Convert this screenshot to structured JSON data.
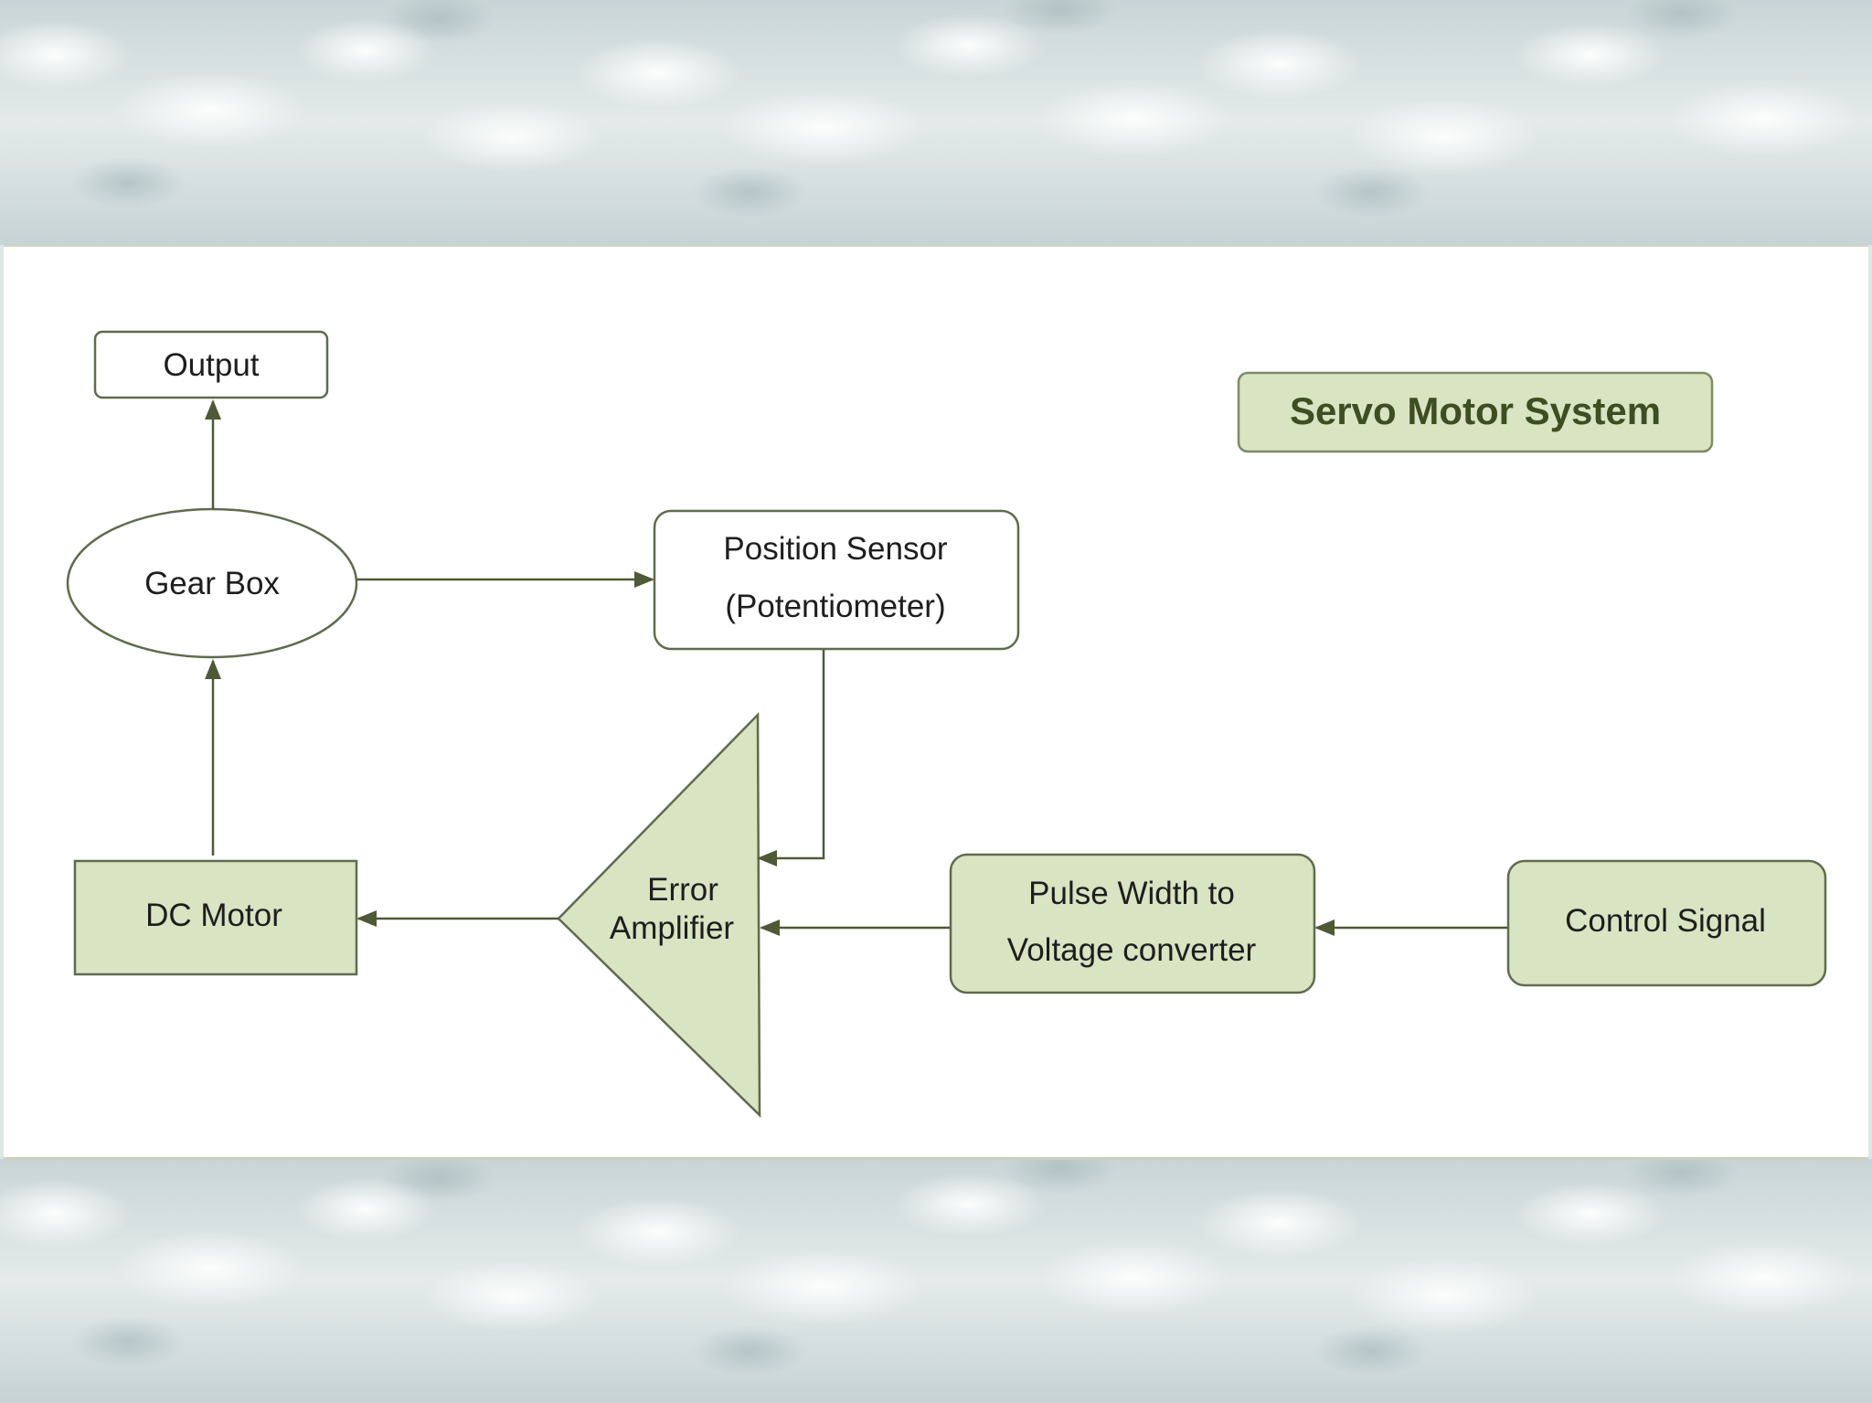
{
  "colors": {
    "box_fill": "#d8e4c2",
    "box_stroke": "#5f6b4d",
    "arrow": "#4e5a36",
    "title_text": "#3d4f22"
  },
  "diagram": {
    "title": "Servo Motor System",
    "nodes": {
      "output": "Output",
      "gear_box": "Gear Box",
      "position_sensor": {
        "line1": "Position Sensor",
        "line2": "(Potentiometer)"
      },
      "dc_motor": "DC Motor",
      "error_amplifier": {
        "line1": "Error",
        "line2": "Amplifier"
      },
      "pulse_width_converter": {
        "line1": "Pulse Width to",
        "line2": "Voltage converter"
      },
      "control_signal": "Control Signal"
    },
    "edges": [
      {
        "from": "Gear Box",
        "to": "Output"
      },
      {
        "from": "DC Motor",
        "to": "Gear Box"
      },
      {
        "from": "Gear Box",
        "to": "Position Sensor (Potentiometer)"
      },
      {
        "from": "Position Sensor (Potentiometer)",
        "to": "Error Amplifier"
      },
      {
        "from": "Error Amplifier",
        "to": "DC Motor"
      },
      {
        "from": "Pulse Width to Voltage converter",
        "to": "Error Amplifier"
      },
      {
        "from": "Control Signal",
        "to": "Pulse Width to Voltage converter"
      }
    ]
  }
}
